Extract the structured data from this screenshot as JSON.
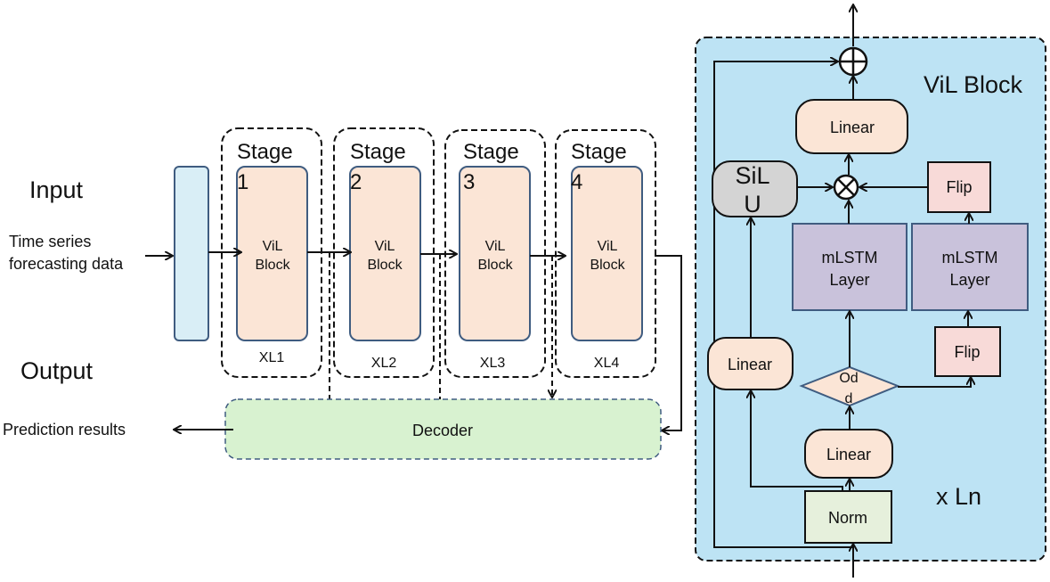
{
  "left": {
    "input_label": "Input",
    "input_desc_line1": "Time series",
    "input_desc_line2": "forecasting data",
    "output_label": "Output",
    "output_desc": "Prediction results"
  },
  "stages": [
    {
      "title": "Stage",
      "num": "1",
      "block_line1": "ViL",
      "block_line2": "Block",
      "caption": "XL1"
    },
    {
      "title": "Stage",
      "num": "2",
      "block_line1": "ViL",
      "block_line2": "Block",
      "caption": "XL2"
    },
    {
      "title": "Stage",
      "num": "3",
      "block_line1": "ViL",
      "block_line2": "Block",
      "caption": "XL3"
    },
    {
      "title": "Stage",
      "num": "4",
      "block_line1": "ViL",
      "block_line2": "Block",
      "caption": "XL4"
    }
  ],
  "decoder": {
    "label": "Decoder"
  },
  "vil_block": {
    "title": "ViL Block",
    "repeat": "x Ln",
    "linear_top": "Linear",
    "silu_line1": "SiL",
    "silu_line2": "U",
    "flip_top": "Flip",
    "mlstm_line1": "mLSTM",
    "mlstm_line2": "Layer",
    "mlstm2_line1": "mLSTM",
    "mlstm2_line2": "Layer",
    "linear_left": "Linear",
    "odd_line1": "Od",
    "odd_line2": "d",
    "flip_bottom": "Flip",
    "linear_bottom": "Linear",
    "norm": "Norm",
    "add_symbol": "⊕",
    "mul_symbol": "⊗"
  },
  "colors": {
    "stage_block": "#fbe5d6",
    "stage_block_stroke": "#3f5c80",
    "embed": "#d9eef6",
    "decoder": "#d8f2d0",
    "vil_bg": "#bde3f4",
    "linear": "#fbe5d6",
    "silu": "#d4d4d4",
    "flip": "#f8dad8",
    "mlstm": "#c9c2db",
    "norm": "#e6f0dc"
  }
}
